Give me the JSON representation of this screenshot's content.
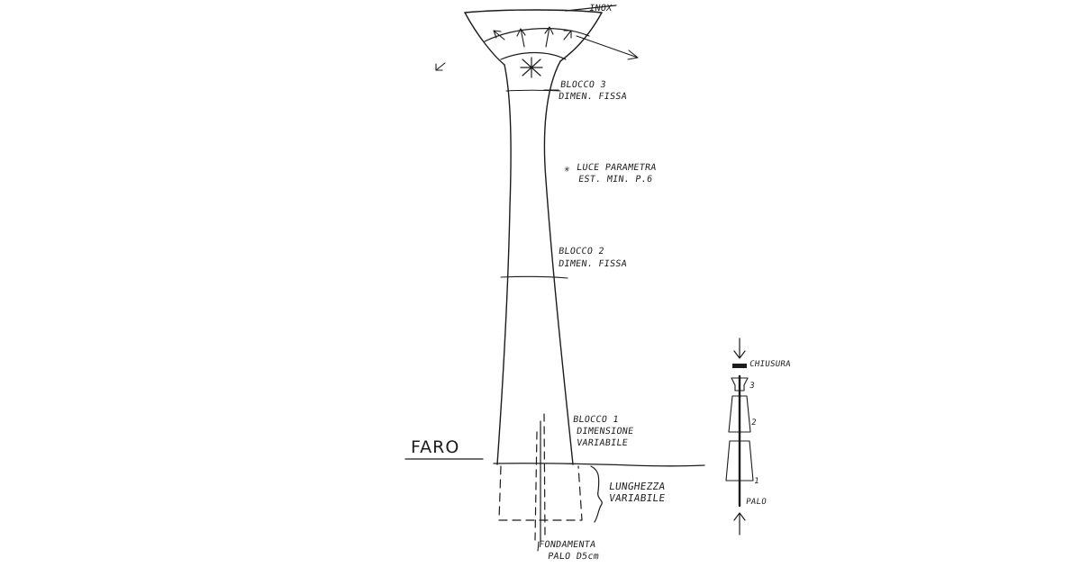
{
  "labels": {
    "inox": "INOX",
    "blocco3_line1": "BLOCCO 3",
    "blocco3_line2": "DIMEN. FISSA",
    "luce_line1": "LUCE PARAMETRA",
    "luce_line2": "EST. MIN. P.6",
    "blocco2_line1": "BLOCCO 2",
    "blocco2_line2": "DIMEN. FISSA",
    "blocco1_line1": "BLOCCO 1",
    "blocco1_line2": "DIMENSIONE",
    "blocco1_line3": "VARIABILE",
    "faro": "FARO",
    "lunghezza_line1": "LUNGHEZZA",
    "lunghezza_line2": "VARIABILE",
    "fondamenta_line1": "FONDAMENTA",
    "fondamenta_line2": "PALO D5cm",
    "chiusura": "CHIUSURA",
    "num3": "3",
    "num2": "2",
    "num1": "1",
    "palo": "PALO"
  },
  "colors": {
    "ink": "#1c1c1c",
    "background": "#ffffff"
  }
}
